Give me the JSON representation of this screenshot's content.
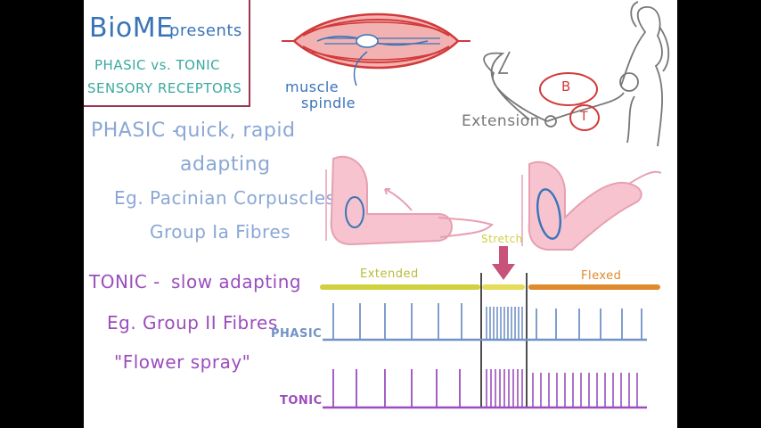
{
  "title": {
    "brand": "BioME",
    "presents": "presents",
    "line1": "PHASIC vs. TONIC",
    "line2": "SENSORY RECEPTORS"
  },
  "muscle_label": [
    "muscle",
    "spindle"
  ],
  "extension_label": "Extension",
  "arm_labels": {
    "b": "B",
    "t": "T"
  },
  "phasic_notes": {
    "heading": "PHASIC -",
    "line1": "quick, rapid",
    "line2": "adapting",
    "line3": "Eg. Pacinian Corpuscles",
    "line4": "Group Ia Fibres"
  },
  "tonic_notes": {
    "heading": "TONIC -",
    "line1": "slow adapting",
    "line2": "Eg. Group II Fibres",
    "line3": "\"Flower spray\""
  },
  "stretch_label": "Stretch",
  "phase_labels": {
    "extended": "Extended",
    "flexed": "Flexed"
  },
  "trace_labels": {
    "phasic": "PHASIC",
    "tonic": "TONIC"
  },
  "colors": {
    "blue": "#7193c6",
    "teal": "#3aa9a0",
    "purple": "#9b4dbd",
    "red": "#d23a3a",
    "pink": "#f6c3cf",
    "yellow": "#cfd13f",
    "orange": "#e08a2e",
    "arrow": "#c8527a"
  }
}
